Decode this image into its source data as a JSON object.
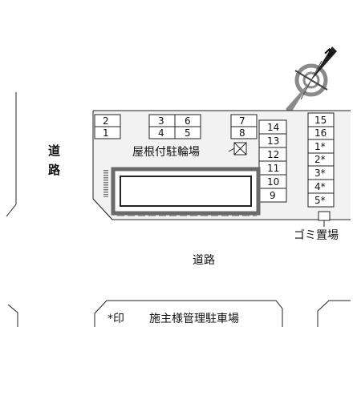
{
  "road_left": [
    "道",
    "路"
  ],
  "road_bottom": "道路",
  "bike_parking_label": "屋根付駐輪場",
  "garbage_label": "ゴミ置場",
  "legend": {
    "mark": "*印",
    "text": "施主様管理駐車場"
  },
  "compass": {
    "letter": "N",
    "icon": "compass-rose-icon"
  },
  "parking": {
    "top_left": [
      "2",
      "1"
    ],
    "top_mid_a": [
      "3",
      "4"
    ],
    "top_mid_b": [
      "6",
      "5"
    ],
    "top_right": [
      "7",
      "8"
    ],
    "middle_column": [
      "14",
      "13",
      "12",
      "11",
      "10",
      "9"
    ],
    "right_column": [
      "15",
      "16",
      "1*",
      "2*",
      "3*",
      "4*",
      "5*"
    ]
  },
  "colors": {
    "line": "#222222",
    "lot_fill": "#f2f2f2",
    "building_border": "#6a6a6a",
    "compass_grey": "#8a8a8a"
  }
}
